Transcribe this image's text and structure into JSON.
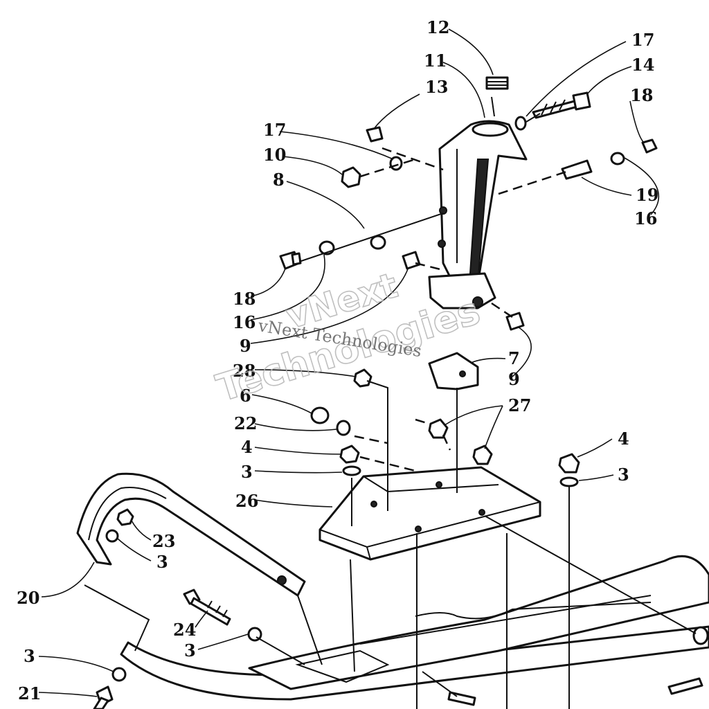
{
  "watermark": {
    "line1": "vNext",
    "line2": "Technologies",
    "inline": "vNext Technologies"
  },
  "callouts": [
    "12",
    "11",
    "13",
    "17",
    "14",
    "18",
    "17",
    "10",
    "8",
    "19",
    "16",
    "18",
    "16",
    "9",
    "7",
    "9",
    "28",
    "6",
    "27",
    "22",
    "4",
    "4",
    "3",
    "3",
    "26",
    "23",
    "3",
    "20",
    "24",
    "3",
    "3",
    "21"
  ]
}
